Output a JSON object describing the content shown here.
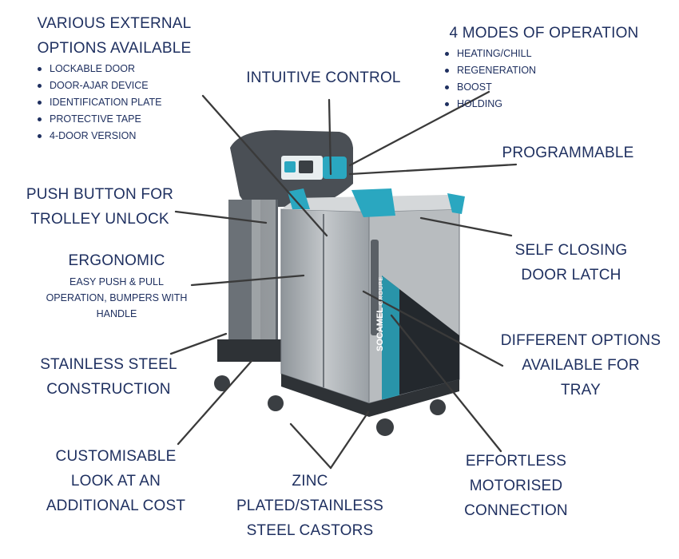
{
  "callouts": {
    "external_options": {
      "title_l1": "VARIOUS EXTERNAL",
      "title_l2": "OPTIONS AVAILABLE",
      "items": [
        "LOCKABLE DOOR",
        "DOOR-AJAR DEVICE",
        "IDENTIFICATION PLATE",
        "PROTECTIVE TAPE",
        "4-DOOR VERSION"
      ]
    },
    "modes": {
      "title": "4 MODES OF OPERATION",
      "items": [
        "HEATING/CHILL",
        "REGENERATION",
        "BOOST",
        "HOLDING"
      ]
    },
    "intuitive_control": "INTUITIVE CONTROL",
    "programmable": "PROGRAMMABLE",
    "push_button": {
      "l1": "PUSH BUTTON FOR",
      "l2": "TROLLEY UNLOCK"
    },
    "self_closing": {
      "l1": "SELF CLOSING",
      "l2": "DOOR LATCH"
    },
    "ergonomic": {
      "title": "ERGONOMIC",
      "s1": "EASY PUSH & PULL",
      "s2": "OPERATION, BUMPERS WITH",
      "s3": "HANDLE"
    },
    "tray_options": {
      "l1": "DIFFERENT OPTIONS",
      "l2": "AVAILABLE FOR",
      "l3": "TRAY"
    },
    "stainless": {
      "l1": "STAINLESS STEEL",
      "l2": "CONSTRUCTION"
    },
    "customisable": {
      "l1": "CUSTOMISABLE",
      "l2": "LOOK AT AN",
      "l3": "ADDITIONAL COST"
    },
    "castors": {
      "l1": "ZINC",
      "l2": "PLATED/STAINLESS",
      "l3": "STEEL CASTORS"
    },
    "motorised": {
      "l1": "EFFORTLESS",
      "l2": "MOTORISED",
      "l3": "CONNECTION"
    }
  },
  "brand": {
    "logo_text": "SOCAMEL",
    "sub_text": "GROUPE"
  },
  "colors": {
    "text": "#1f3060",
    "leader": "#3a3a3a",
    "accent": "#2aa7c0",
    "body": "#4a4e54",
    "steel": "#a8adb1"
  }
}
